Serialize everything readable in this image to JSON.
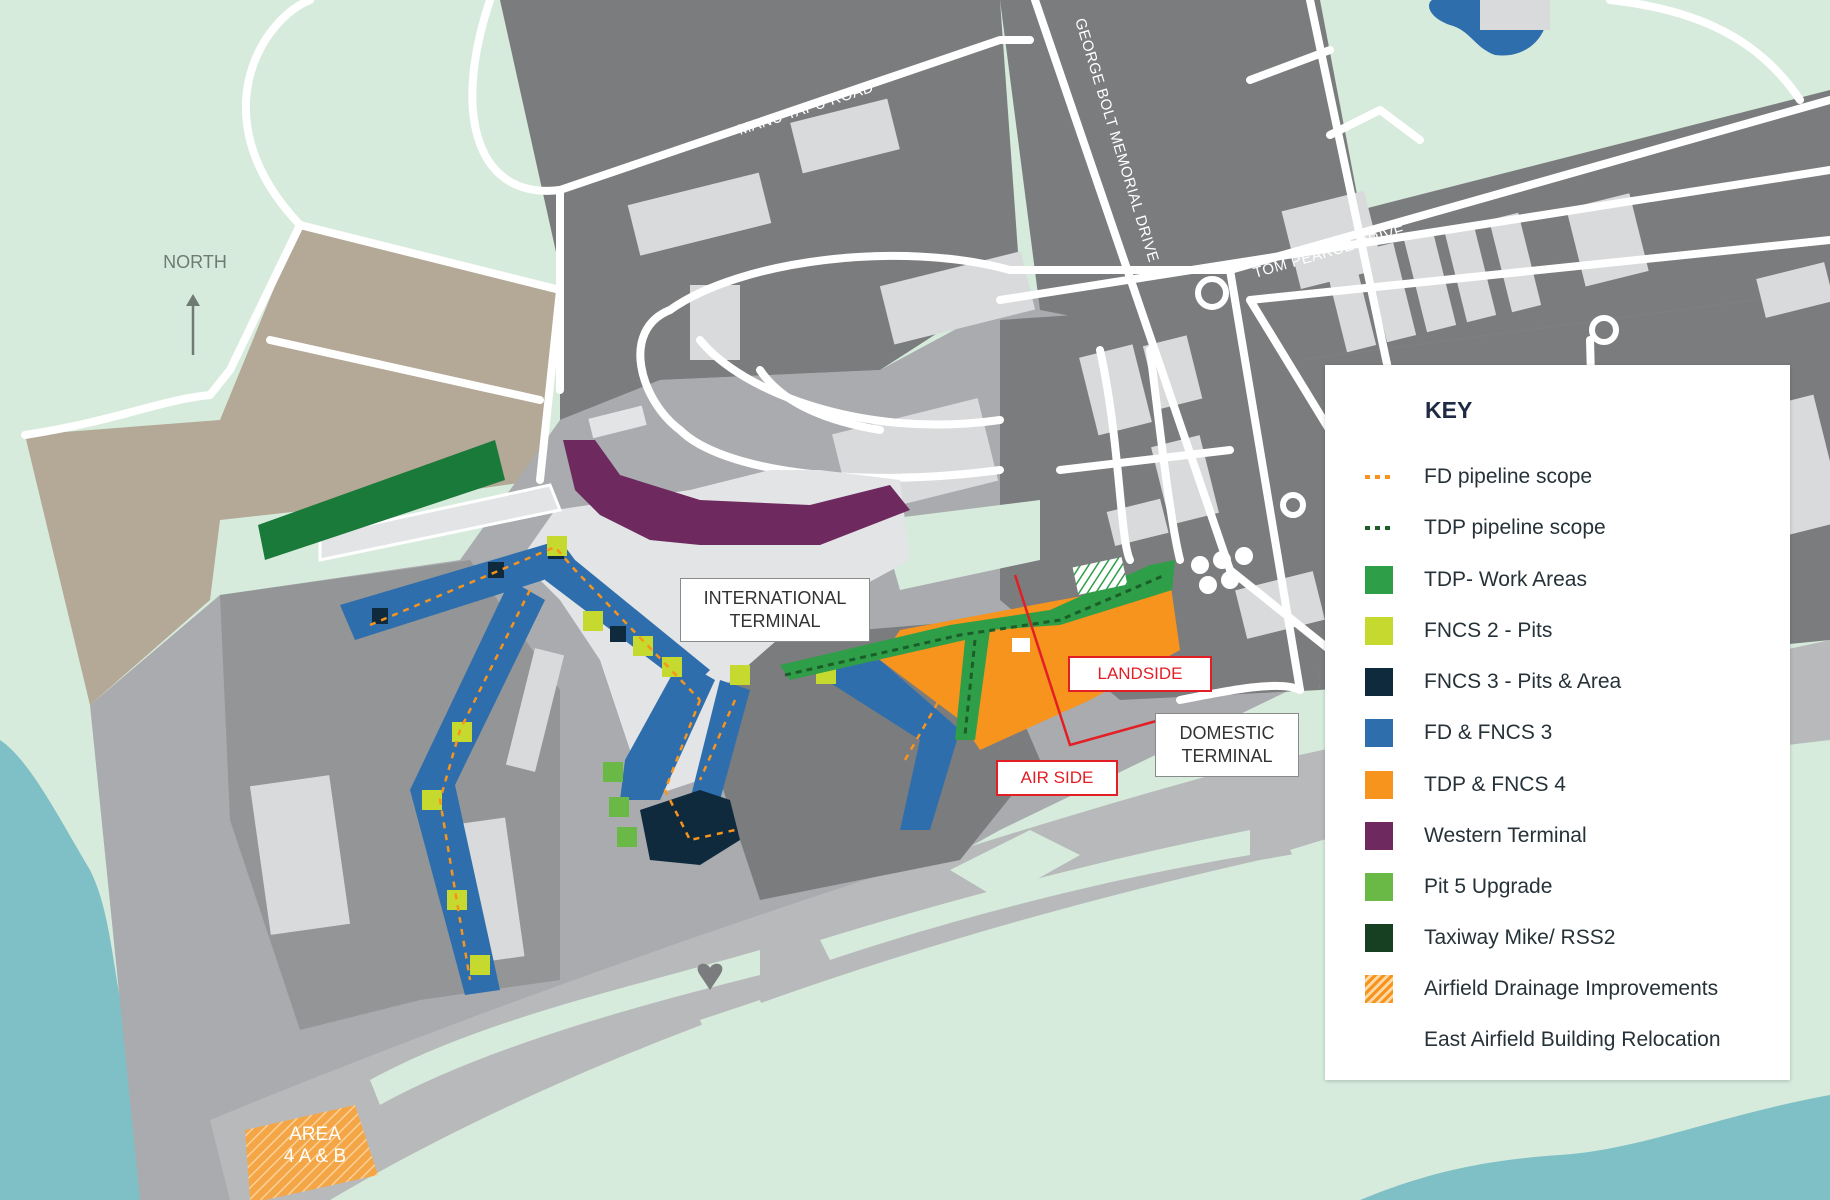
{
  "map": {
    "north_label": "NORTH",
    "roads": {
      "manutapu": "MANU TAPU ROAD",
      "george_bolt": "GEORGE BOLT MEMORIAL DRIVE",
      "tom_pearce": "TOM PEARCE DRIVE"
    },
    "labels": {
      "international_terminal": "INTERNATIONAL\nTERMINAL",
      "domestic_terminal": "DOMESTIC\nTERMINAL",
      "landside": "LANDSIDE",
      "air_side": "AIR SIDE",
      "area4": "AREA\n4 A & B"
    },
    "colors": {
      "background": "#d6ebdc",
      "sea": "#7fbfc6",
      "land_grey": "#a9abae",
      "dark_grey": "#7b7c7e",
      "building": "#d9dadb",
      "brown_area": "#b4a896",
      "terminal_pale": "#e3e4e5"
    }
  },
  "key": {
    "title": "KEY",
    "items": [
      {
        "label": "FD pipeline scope",
        "color": "#f7941d",
        "style": "dashed-line",
        "icon": "orange-dashed-line"
      },
      {
        "label": "TDP pipeline scope",
        "color": "#1c5e2a",
        "style": "dashed-line",
        "icon": "green-dashed-line"
      },
      {
        "label": "TDP- Work Areas",
        "color": "#2e9e48",
        "style": "fill",
        "icon": "green-square"
      },
      {
        "label": "FNCS 2 - Pits",
        "color": "#c6d92e",
        "style": "fill",
        "icon": "lime-square"
      },
      {
        "label": "FNCS 3 - Pits & Area",
        "color": "#0f2a3d",
        "style": "fill",
        "icon": "navy-square"
      },
      {
        "label": "FD & FNCS 3",
        "color": "#2e6eac",
        "style": "fill",
        "icon": "blue-square"
      },
      {
        "label": "TDP & FNCS 4",
        "color": "#f7941d",
        "style": "fill",
        "icon": "orange-square"
      },
      {
        "label": "Western Terminal",
        "color": "#6e2a5e",
        "style": "fill",
        "icon": "purple-square"
      },
      {
        "label": "Pit 5 Upgrade",
        "color": "#6ab946",
        "style": "fill",
        "icon": "light-green-square"
      },
      {
        "label": "Taxiway Mike/ RSS2",
        "color": "#173f22",
        "style": "fill",
        "icon": "dark-green-square"
      },
      {
        "label": "Airfield Drainage Improvements",
        "color": "#f7941d",
        "style": "hatched",
        "icon": "orange-hatched-square"
      },
      {
        "label": "East Airfield Building Relocation",
        "color": "#ffffff",
        "style": "none",
        "icon": "blank"
      }
    ]
  }
}
